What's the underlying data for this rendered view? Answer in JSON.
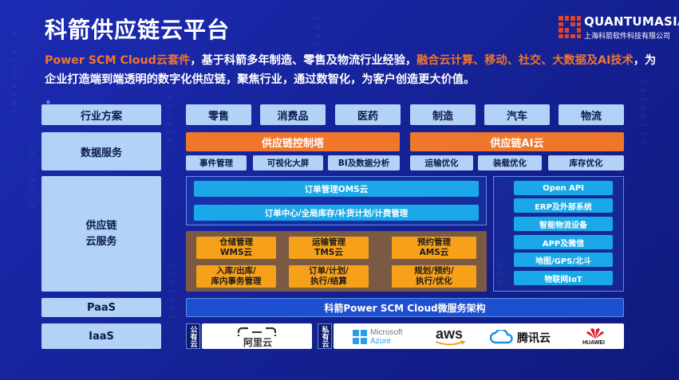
{
  "header": {
    "title": "科箭供应链云平台",
    "logo_name": "QUANTUMASIA",
    "logo_sub": "上海科箭软件科技有限公司"
  },
  "intro": {
    "part1": "Power SCM Cloud云套件",
    "part2": "，基于科箭多年制造、零售及物流行业经验，",
    "part3": "融合云计算、移动、社交、大数据及AI技术",
    "part4": "，为企业打造端到端透明的数字化供应链，聚焦行业，通过数智化，为客户创造更大价值。",
    "dot": "。"
  },
  "left_labels": {
    "industry": "行业方案",
    "data_service": "数据服务",
    "supply_chain_service": "供应链\n云服务",
    "paas": "PaaS",
    "iaas": "IaaS"
  },
  "industries": [
    "零售",
    "消费品",
    "医药",
    "制造",
    "汽车",
    "物流"
  ],
  "data_services": {
    "control_tower": "供应链控制塔",
    "ai_cloud": "供应链AI云",
    "control_items": [
      "事件管理",
      "可视化大屏",
      "BI及数据分析"
    ],
    "ai_items": [
      "运输优化",
      "装载优化",
      "库存优化"
    ]
  },
  "oms": {
    "title": "订单管理OMS云",
    "detail": "订单中心/全局库存/补货计划/计费管理"
  },
  "modules": [
    {
      "line1": "仓储管理",
      "line2": "WMS云"
    },
    {
      "line1": "运输管理",
      "line2": "TMS云"
    },
    {
      "line1": "预约管理",
      "line2": "AMS云"
    },
    {
      "line1": "入库/出库/",
      "line2": "库内事务管理"
    },
    {
      "line1": "订单/计划/",
      "line2": "执行/结算"
    },
    {
      "line1": "规划/预约/",
      "line2": "执行/优化"
    }
  ],
  "integrations": [
    "Open API",
    "ERP及外部系统",
    "智能物流设备",
    "APP及微信",
    "地图/GPS/北斗",
    "物联网IoT"
  ],
  "paas_bar": "科箭Power SCM Cloud微服务架构",
  "iaas": {
    "public_label": "公有云",
    "private_label": "私有云",
    "aliyun": "阿里云",
    "azure_top": "Microsoft",
    "azure_bottom": "Azure",
    "aws": "aws",
    "tencent": "腾讯云",
    "huawei": "HUAWEI"
  },
  "colors": {
    "background": "#1a27a8",
    "accent_orange": "#f0762c",
    "light_blue": "#b3d2f8",
    "cyan": "#1aa8e8",
    "module_orange": "#f7a11b",
    "module_bg": "#7a5a43"
  }
}
